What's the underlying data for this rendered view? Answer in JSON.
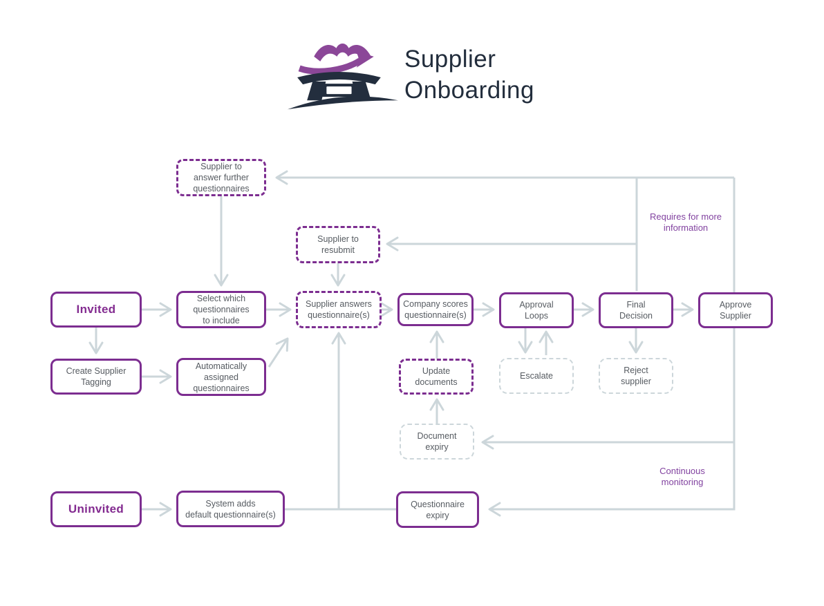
{
  "logo": {
    "title_line1": "Supplier",
    "title_line2": "Onboarding",
    "icon": "torii-gate-with-purple-arrow-logo"
  },
  "nodes": {
    "answer_further": "Supplier to\nanswer further\nquestionnaires",
    "resubmit": "Supplier to\nresubmit",
    "invited": "Invited",
    "select_questionnaires": "Select which\nquestionnaires\nto include",
    "supplier_answers": "Supplier answers\nquestionnaire(s)",
    "company_scores": "Company scores\nquestionnaire(s)",
    "approval_loops": "Approval\nLoops",
    "final_decision": "Final\nDecision",
    "approve_supplier": "Approve\nSupplier",
    "create_tagging": "Create Supplier\nTagging",
    "auto_assigned": "Automatically\nassigned\nquestionnaires",
    "update_documents": "Update\ndocuments",
    "escalate": "Escalate",
    "reject_supplier": "Reject\nsupplier",
    "document_expiry": "Document\nexpiry",
    "uninvited": "Uninvited",
    "system_adds": "System adds\ndefault questionnaire(s)",
    "questionnaire_expiry": "Questionnaire\nexpiry"
  },
  "annotations": {
    "requires_more_info": "Requires for more\ninformation",
    "continuous_monitoring": "Continuous\nmonitoring"
  },
  "colors": {
    "accent_purple": "#7c2d90",
    "annotation_purple": "#8243a0",
    "connector_gray": "#ccd6da",
    "brand_navy": "#222d3c",
    "node_text_gray": "#565b61",
    "background": "#ffffff"
  }
}
